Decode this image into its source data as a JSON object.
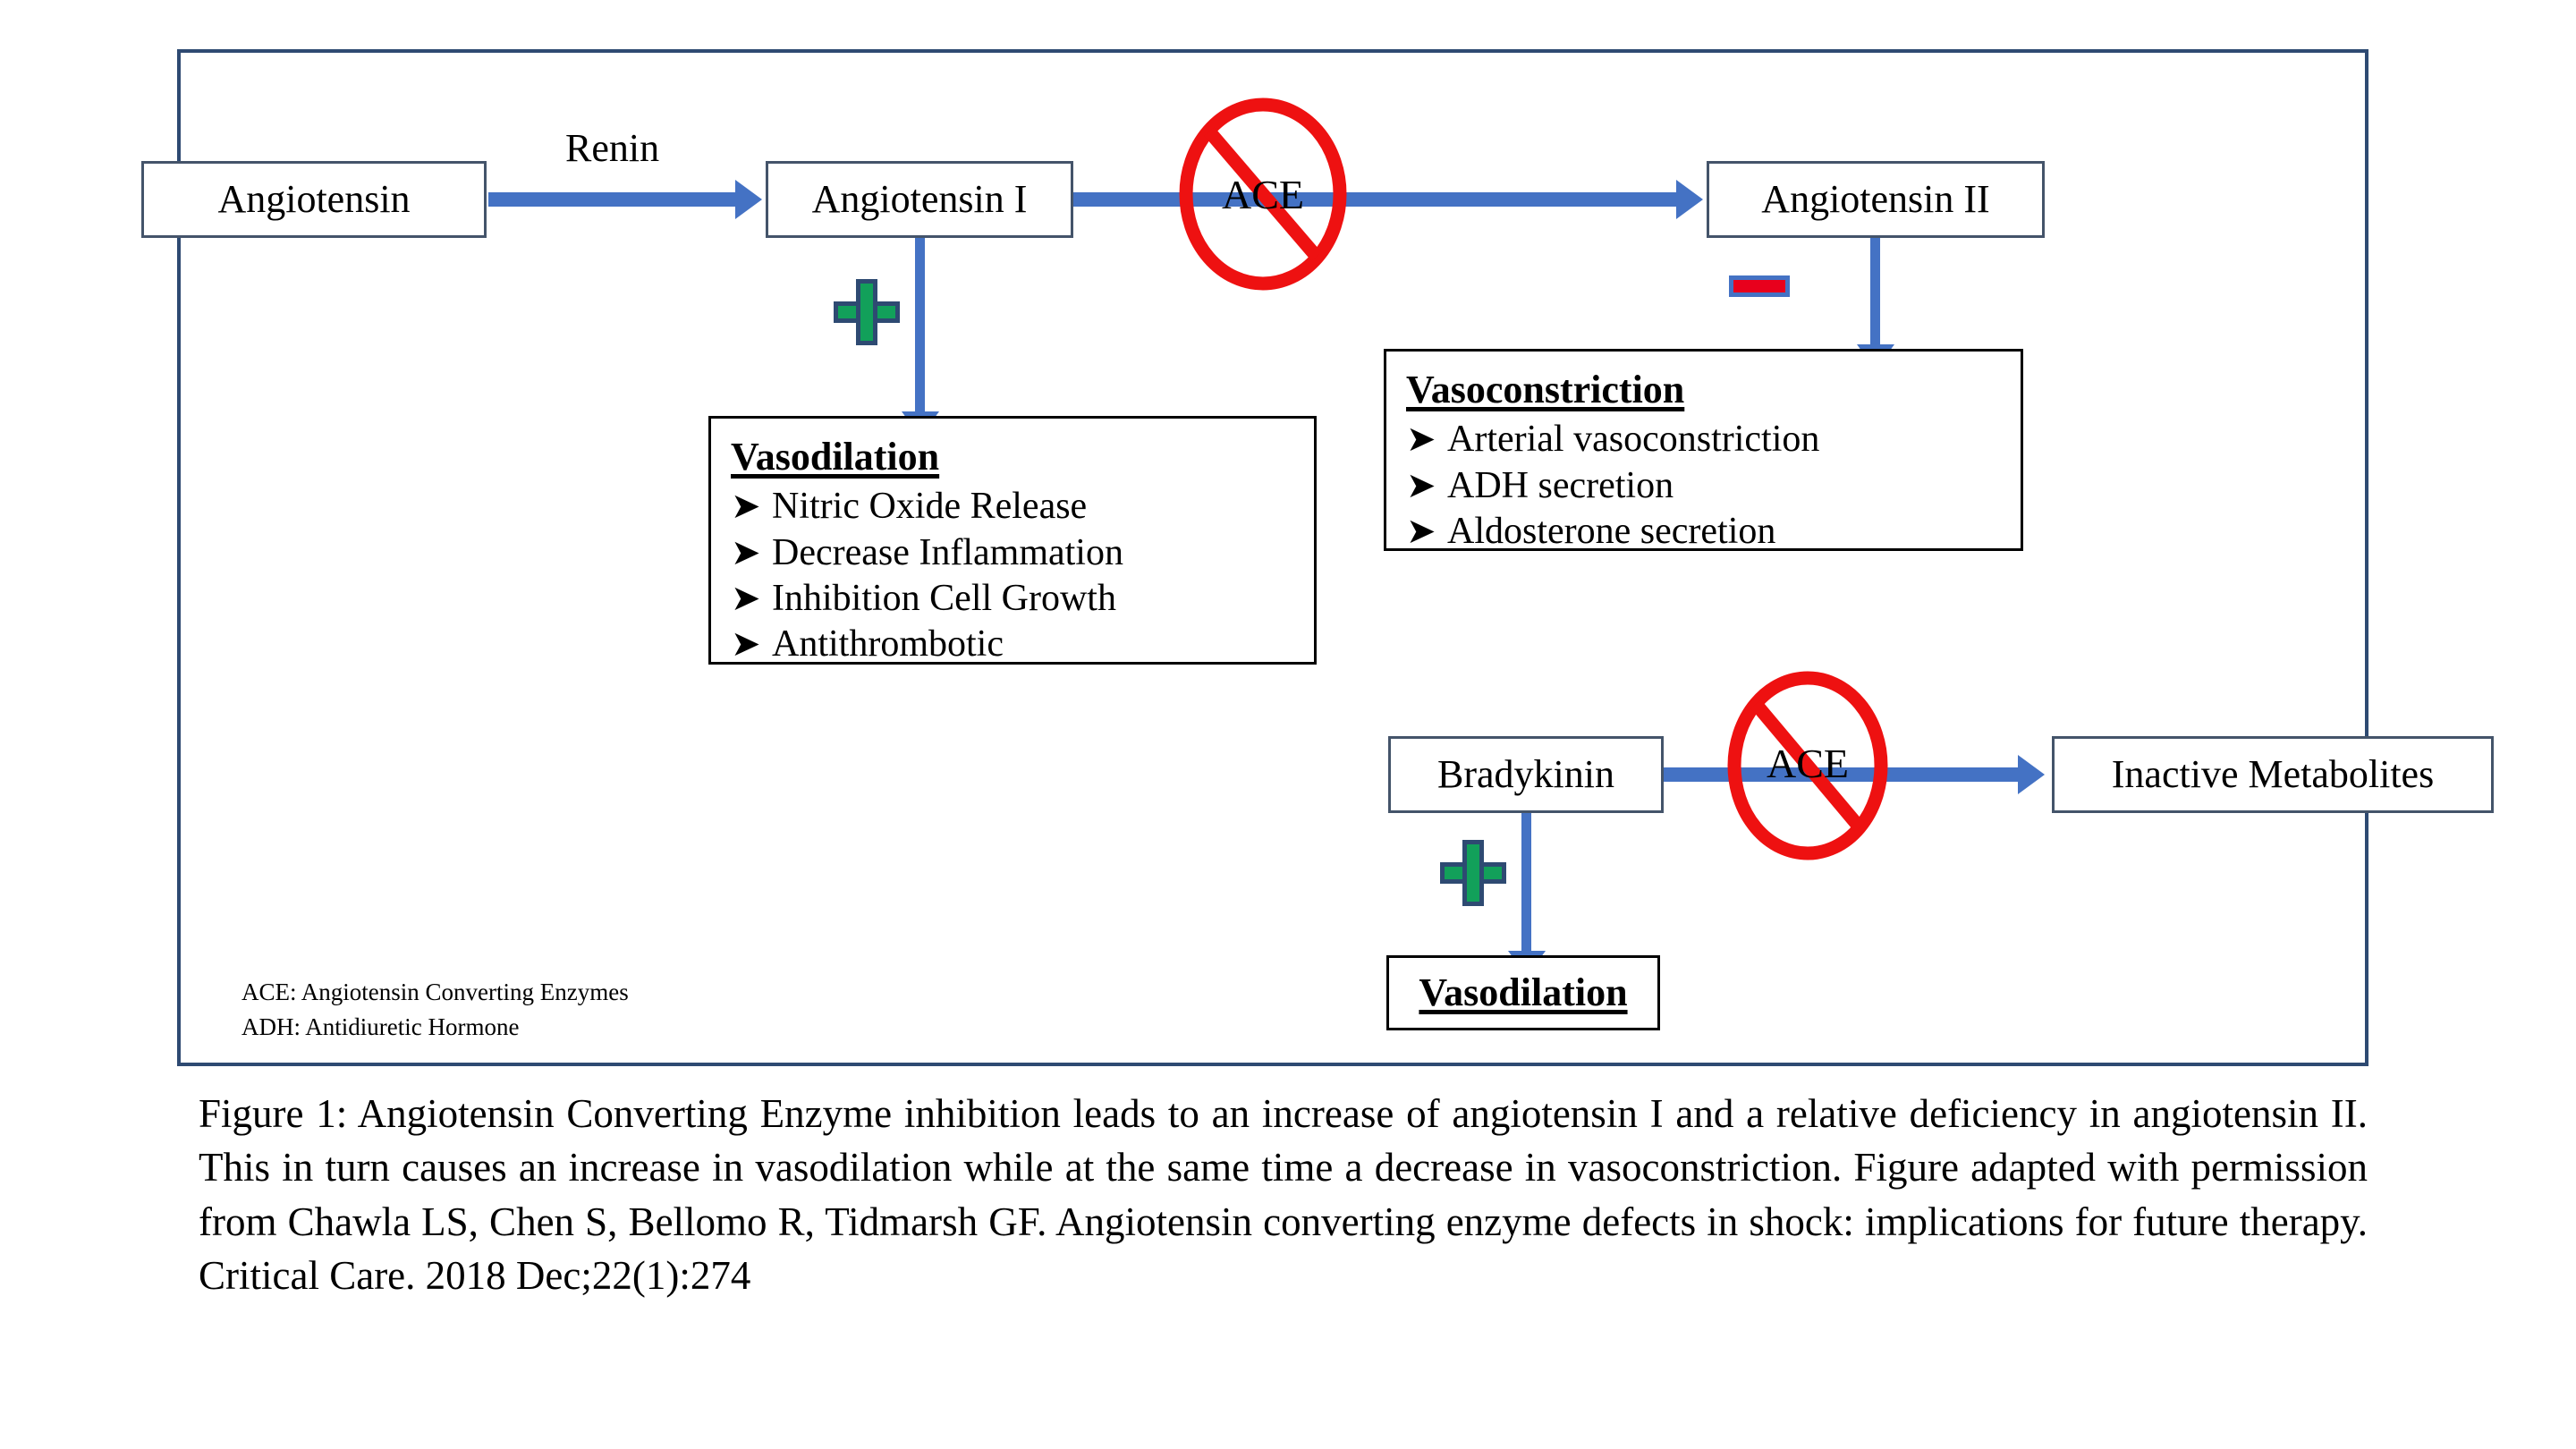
{
  "figure": {
    "frame_border_color": "#2E4A72",
    "node_border_color": "#44546A",
    "arrow_color": "#4472C4",
    "inhibit_color": "#EE1111",
    "plus_color": "#12A05A",
    "minus_color": "#E8001C"
  },
  "nodes": {
    "angiotensin": "Angiotensin",
    "angiotensin_i": "Angiotensin I",
    "angiotensin_ii": "Angiotensin II",
    "bradykinin": "Bradykinin",
    "inactive_metabolites": "Inactive Metabolites"
  },
  "edge_labels": {
    "renin": "Renin",
    "ace_top": "ACE",
    "ace_bottom": "ACE"
  },
  "signs": {
    "plus_angiotensin_i": "+",
    "plus_bradykinin": "+",
    "minus_angiotensin_ii": "−"
  },
  "vasodilation_box": {
    "title": "Vasodilation",
    "bullet_glyph": "➤",
    "items": [
      "Nitric Oxide Release",
      "Decrease Inflammation",
      "Inhibition Cell Growth",
      "Antithrombotic"
    ]
  },
  "vasoconstriction_box": {
    "title": "Vasoconstriction",
    "bullet_glyph": "➤",
    "items": [
      "Arterial vasoconstriction",
      "ADH secretion",
      "Aldosterone secretion"
    ]
  },
  "vasodilation_small_box": {
    "title": "Vasodilation"
  },
  "legend": {
    "line1": "ACE: Angiotensin Converting Enzymes",
    "line2": "ADH: Antidiuretic Hormone"
  },
  "caption": {
    "text": "Figure 1: Angiotensin Converting Enzyme inhibition leads to an increase of angiotensin I and a relative deficiency in angiotensin II. This in turn causes an increase in vasodilation while at the same time a decrease in vasoconstriction. Figure adapted with permission from Chawla LS, Chen S, Bellomo R, Tidmarsh GF. Angiotensin converting enzyme defects in shock: implications for future therapy. Critical Care. 2018 Dec;22(1):274"
  }
}
